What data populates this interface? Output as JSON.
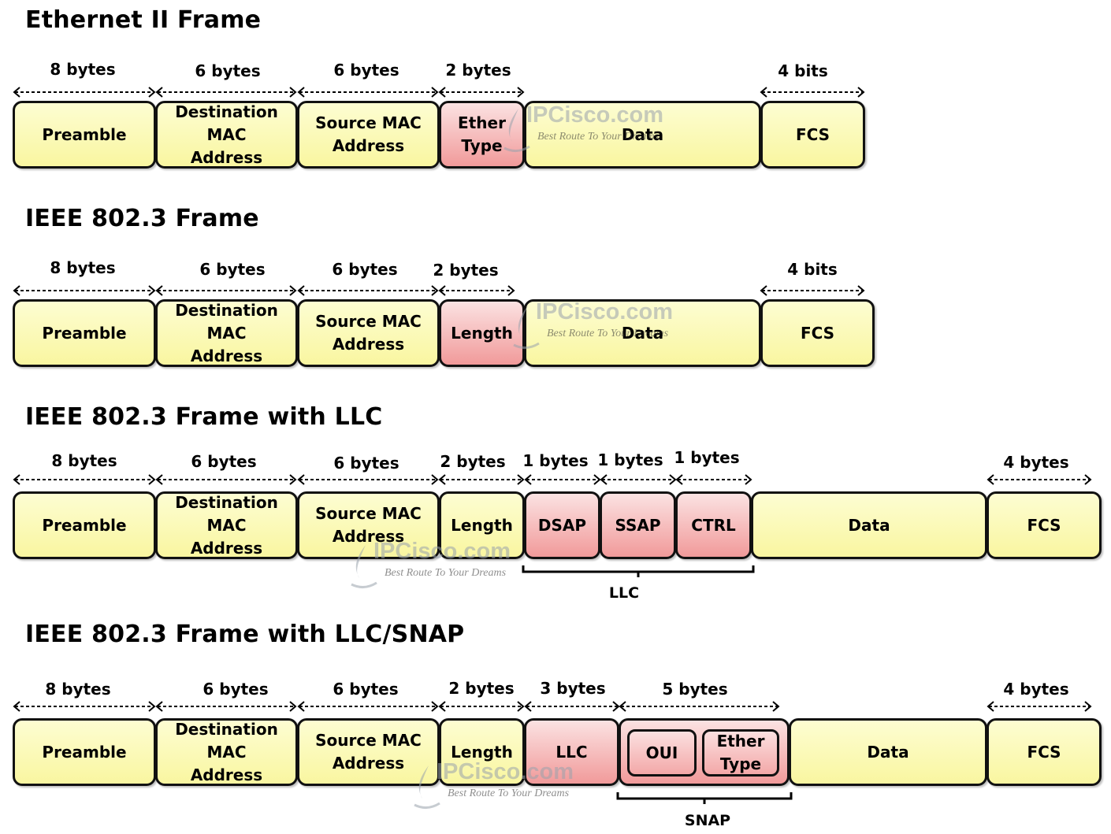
{
  "sections": [
    {
      "title": "Ethernet II Frame",
      "fields": [
        {
          "label": "Preamble",
          "size": "8 bytes"
        },
        {
          "label": "Destination MAC Address",
          "size": "6 bytes"
        },
        {
          "label": "Source MAC Address",
          "size": "6 bytes"
        },
        {
          "label": "Ether Type",
          "size": "2 bytes",
          "highlight": true
        },
        {
          "label": "Data",
          "size": ""
        },
        {
          "label": "FCS",
          "size": "4 bits"
        }
      ]
    },
    {
      "title": "IEEE 802.3 Frame",
      "fields": [
        {
          "label": "Preamble",
          "size": "8 bytes"
        },
        {
          "label": "Destination MAC Address",
          "size": "6 bytes"
        },
        {
          "label": "Source MAC Address",
          "size": "6 bytes"
        },
        {
          "label": "Length",
          "size": "2 bytes",
          "highlight": true
        },
        {
          "label": "Data",
          "size": ""
        },
        {
          "label": "FCS",
          "size": "4 bits"
        }
      ]
    },
    {
      "title": "IEEE 802.3 Frame with LLC",
      "fields": [
        {
          "label": "Preamble",
          "size": "8 bytes"
        },
        {
          "label": "Destination MAC Address",
          "size": "6 bytes"
        },
        {
          "label": "Source MAC Address",
          "size": "6 bytes"
        },
        {
          "label": "Length",
          "size": "2 bytes"
        },
        {
          "label": "DSAP",
          "size": "1 bytes",
          "highlight": true
        },
        {
          "label": "SSAP",
          "size": "1 bytes",
          "highlight": true
        },
        {
          "label": "CTRL",
          "size": "1 bytes",
          "highlight": true
        },
        {
          "label": "Data",
          "size": ""
        },
        {
          "label": "FCS",
          "size": "4 bytes"
        }
      ],
      "bracket": "LLC"
    },
    {
      "title": "IEEE 802.3 Frame with LLC/SNAP",
      "fields": [
        {
          "label": "Preamble",
          "size": "8 bytes"
        },
        {
          "label": "Destination MAC Address",
          "size": "6 bytes"
        },
        {
          "label": "Source MAC Address",
          "size": "6 bytes"
        },
        {
          "label": "Length",
          "size": "2 bytes"
        },
        {
          "label": "LLC",
          "size": "3 bytes",
          "highlight": true
        },
        {
          "label": "",
          "size": "5 bytes",
          "highlight": true,
          "children": [
            "OUI",
            "Ether Type"
          ]
        },
        {
          "label": "Data",
          "size": ""
        },
        {
          "label": "FCS",
          "size": "4 bytes"
        }
      ],
      "bracket": "SNAP"
    }
  ],
  "watermark": {
    "brand": "IPCisco.com",
    "slogan": "Best Route To Your Dreams"
  },
  "colors": {
    "field_fill": "#f9f6a0",
    "highlight_fill": "#f19a9a",
    "border": "#111111"
  }
}
